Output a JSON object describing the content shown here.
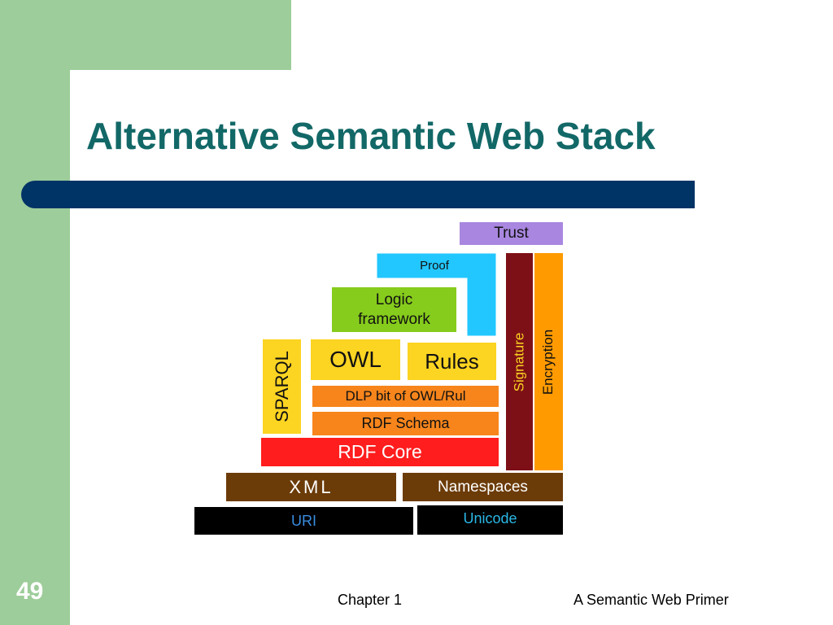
{
  "slide": {
    "title": "Alternative Semantic Web Stack",
    "page_number": "49",
    "footer_left": "Chapter 1",
    "footer_right": "A Semantic Web Primer"
  },
  "stack": {
    "trust": "Trust",
    "proof": "Proof",
    "logic_line1": "Logic",
    "logic_line2": "framework",
    "sparql": "SPARQL",
    "owl": "OWL",
    "rules": "Rules",
    "dlp": "DLP bit of OWL/Rul",
    "rdf_schema": "RDF Schema",
    "rdf_core": "RDF Core",
    "signature": "Signature",
    "encryption": "Encryption",
    "xml": "XML",
    "namespaces": "Namespaces",
    "uri": "URI",
    "unicode": "Unicode"
  },
  "colors": {
    "background_green": "#9dcd9a",
    "title_teal": "#126867",
    "title_bar_navy": "#003366",
    "trust_purple": "#a987e0",
    "proof_cyan": "#22c7ff",
    "logic_green": "#86cc1c",
    "yellow": "#fcd422",
    "orange": "#f7851c",
    "red": "#ff1d1d",
    "maroon": "#7d1016",
    "encryption_orange": "#ff9a00",
    "brown": "#6b3b08",
    "black": "#000000",
    "uri_blue": "#3a8de0",
    "unicode_cyan": "#2bb8e6"
  }
}
